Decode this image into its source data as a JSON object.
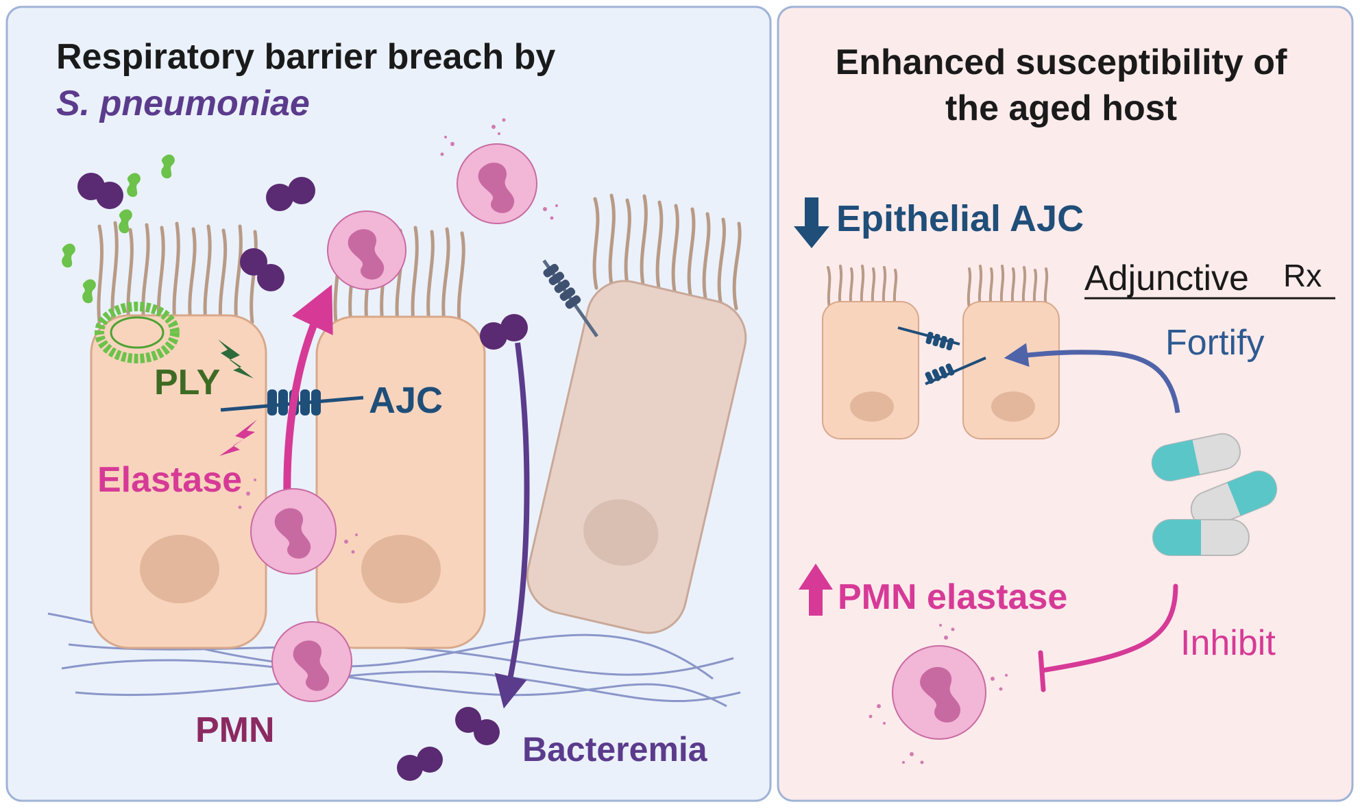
{
  "left_panel": {
    "title_line1": "Respiratory barrier breach by",
    "title_line2": "S. pneumoniae",
    "labels": {
      "ply": "PLY",
      "ajc": "AJC",
      "elastase": "Elastase",
      "pmn": "PMN",
      "bacteremia": "Bacteremia"
    }
  },
  "right_panel": {
    "title_line1": "Enhanced susceptibility of",
    "title_line2": "the aged host",
    "epithelial_ajc": "Epithelial AJC",
    "adjunctive": "Adjunctive",
    "rx_symbol": "Rx",
    "fortify": "Fortify",
    "pmn_elastase": "PMN elastase",
    "inhibit": "Inhibit"
  },
  "colors": {
    "left_bg": "#eaf1fb",
    "right_bg": "#fcebeb",
    "panel_border": "#9fb3d6",
    "cell_fill": "#f8d4bd",
    "cell_stroke": "#d8a88a",
    "nucleus": "#e3b79b",
    "dying_cell": "#e8d2c8",
    "cilia": "#b89a86",
    "bacteria": "#5a2a72",
    "ply_green": "#6cc24a",
    "ajc_blue": "#1f4e79",
    "magenta": "#d63a96",
    "purple": "#5b3b8c",
    "pmn_pink": "#f2b6d6",
    "pmn_nucleus": "#c86aa2",
    "pill_teal": "#5bc6c8",
    "pill_grey": "#dcdcdc",
    "fortify_arrow": "#4f63a8",
    "text_dark": "#1a1a1a",
    "text_ply": "#3e6b24",
    "text_ajc": "#1f4e79",
    "text_purple": "#5b3b8c",
    "text_magenta": "#d63a96",
    "text_pmn": "#8b2a60"
  }
}
